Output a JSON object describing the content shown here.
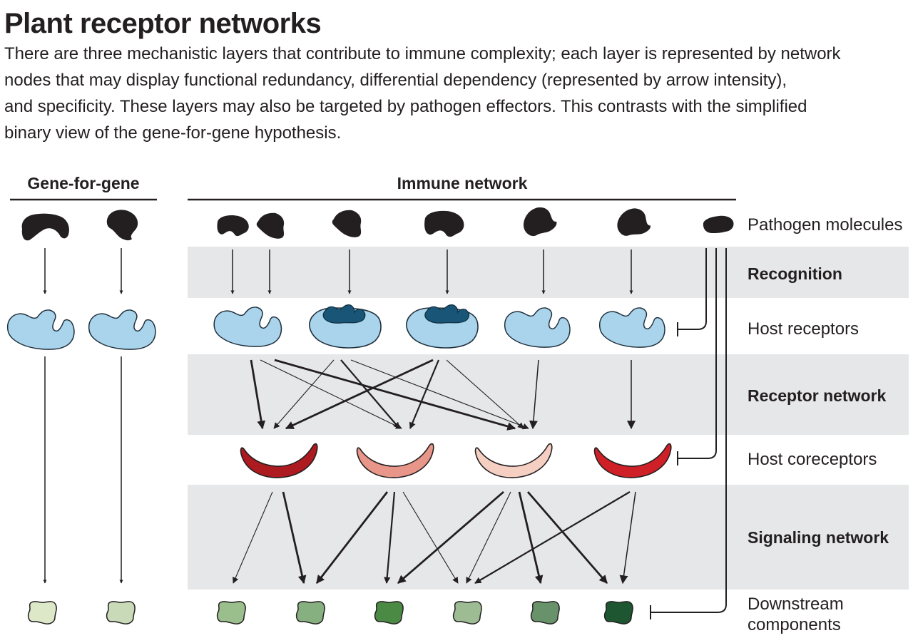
{
  "title": "Plant receptor networks",
  "description_lines": [
    "There are three mechanistic layers that contribute to immune complexity; each layer is represented by network",
    "nodes that may display functional redundancy, differential dependency (represented by arrow intensity),",
    "and specificity. These layers may also be targeted by pathogen effectors. This contrasts with the simplified",
    "binary view of the gene-for-gene hypothesis."
  ],
  "panels": {
    "gene_for_gene": "Gene-for-gene",
    "immune_network": "Immune network"
  },
  "row_labels": {
    "pathogen_molecules": "Pathogen molecules",
    "recognition": "Recognition",
    "host_receptors": "Host receptors",
    "receptor_network": "Receptor network",
    "host_coreceptors": "Host coreceptors",
    "signaling_network": "Signaling network",
    "downstream_components": [
      "Downstream",
      "components"
    ]
  },
  "colors": {
    "pathogen": "#231f20",
    "receptor": "#a9d4ec",
    "receptor_outline": "#1f2f3b",
    "receptor_bound": "#195577",
    "band": "#e6e7e8",
    "coreceptors": [
      "#ad1a1f",
      "#e9968a",
      "#f6cfc3",
      "#cf2027"
    ],
    "gene_for_gene_downstream": [
      "#dde8c8",
      "#c9dab8"
    ],
    "downstream": [
      "#9bbe8d",
      "#86b07f",
      "#4b8a44",
      "#9dbc94",
      "#68926a",
      "#1d5630"
    ]
  }
}
